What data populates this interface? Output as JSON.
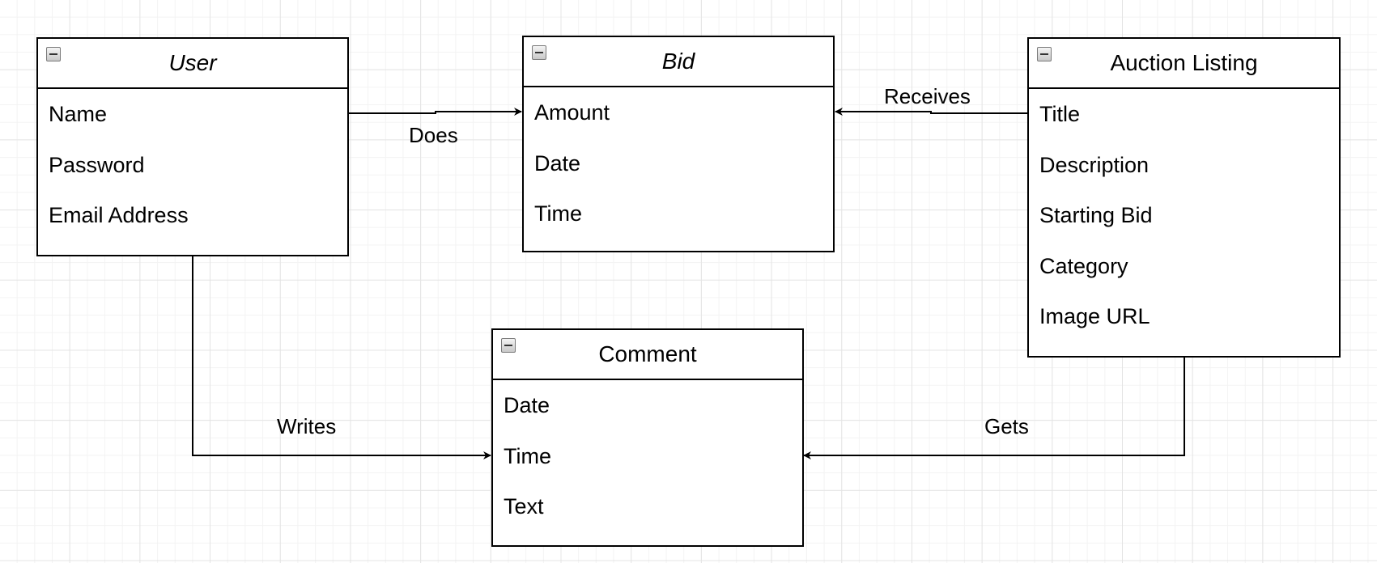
{
  "diagram": {
    "entities": {
      "user": {
        "title": "User",
        "fields": [
          "Name",
          "Password",
          "Email Address"
        ]
      },
      "bid": {
        "title": "Bid",
        "fields": [
          "Amount",
          "Date",
          "Time"
        ]
      },
      "auction_listing": {
        "title": "Auction Listing",
        "fields": [
          "Title",
          "Description",
          "Starting Bid",
          "Category",
          "Image URL"
        ]
      },
      "comment": {
        "title": "Comment",
        "fields": [
          "Date",
          "Time",
          "Text"
        ]
      }
    },
    "relationships": {
      "does": "Does",
      "receives": "Receives",
      "writes": "Writes",
      "gets": "Gets"
    }
  }
}
